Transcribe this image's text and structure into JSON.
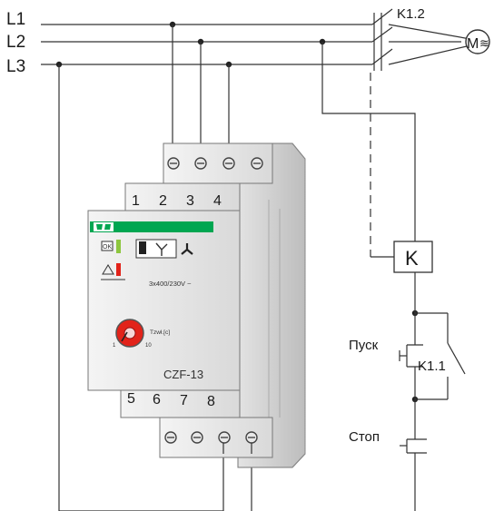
{
  "lines": {
    "l1": "L1",
    "l2": "L2",
    "l3": "L3"
  },
  "contactor": {
    "k12": "K1.2",
    "coil": "K",
    "k11": "K1.1"
  },
  "motor": {
    "label": "M",
    "symbol": "≋"
  },
  "buttons": {
    "start": "Пуск",
    "stop": "Стоп"
  },
  "relay": {
    "model": "CZF-13",
    "rating": "3x400/230V ~",
    "ok": "OK",
    "delay_label": "Tzwł.[c]",
    "scale_min": "1",
    "scale_max": "10",
    "top_terminals": [
      "1",
      "2",
      "3",
      "4"
    ],
    "bottom_terminals": [
      "5",
      "6",
      "7",
      "8"
    ]
  },
  "colors": {
    "green_led": "#8dc63f",
    "red_led": "#e2231a",
    "brand_green": "#00a651",
    "knob": "#e2231a"
  }
}
